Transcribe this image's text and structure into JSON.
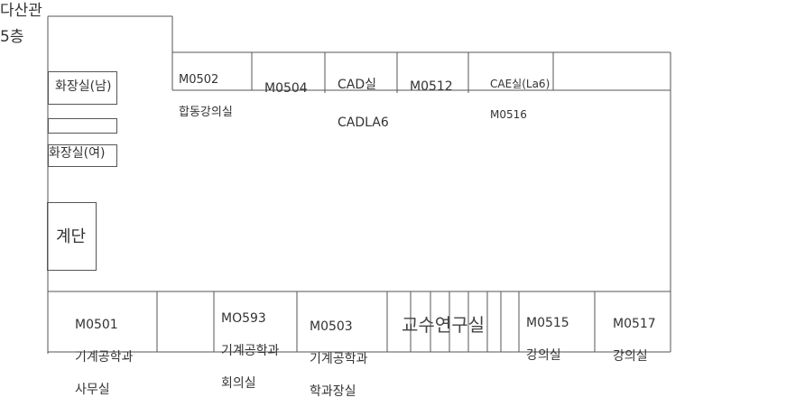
{
  "building": {
    "name": "다산관",
    "floor": "5층"
  },
  "rooms_top": [
    {
      "line1": "M0502",
      "line2": "합동강의실"
    },
    {
      "line1": "M0504",
      "line2": ""
    },
    {
      "line1": "CAD실",
      "line2": "CADLA6"
    },
    {
      "line1": "M0512",
      "line2": ""
    },
    {
      "line1": "CAE실(La6)",
      "line2": "M0516"
    }
  ],
  "left_wing": {
    "restroom_men": "화장실(남)",
    "restroom_women": "화장실(여)",
    "stairs": "계단"
  },
  "rooms_bottom": [
    {
      "line1": "M0501",
      "line2": "기계공학과",
      "line3": "사무실"
    },
    {
      "line1": "MO593",
      "line2": "기계공학과",
      "line3": "회의실"
    },
    {
      "line1": "M0503",
      "line2": "기계공학과",
      "line3": "학과장실"
    },
    {
      "line1": "교수연구실",
      "line2": "",
      "line3": ""
    },
    {
      "line1": "M0515",
      "line2": "강의실",
      "line3": ""
    },
    {
      "line1": "M0517",
      "line2": "강의실",
      "line3": ""
    }
  ]
}
